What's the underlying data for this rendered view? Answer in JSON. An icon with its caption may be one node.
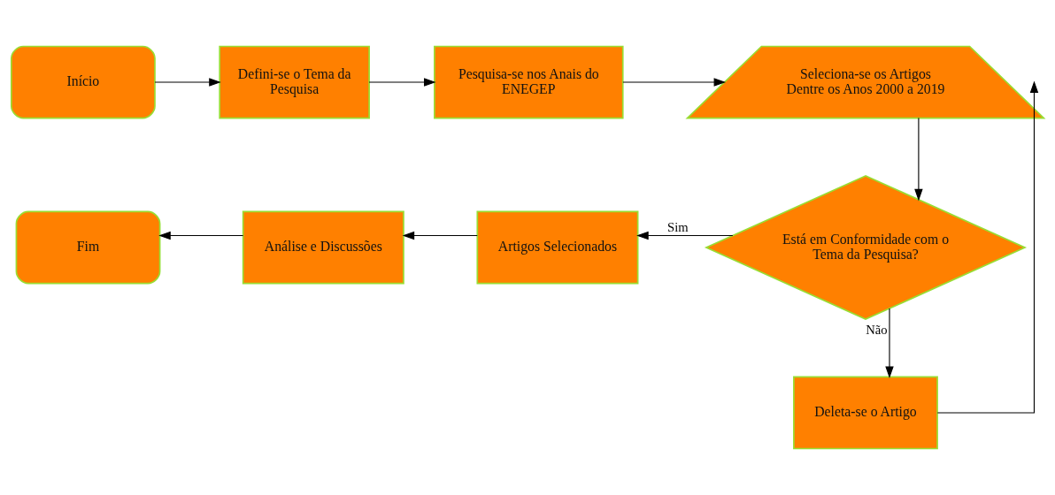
{
  "diagram": {
    "nodes": [
      {
        "text": [
          "Início"
        ]
      },
      {
        "text": [
          "Defini-se o Tema da Pesquisa"
        ]
      },
      {
        "text": [
          "Pesquisa-se nos Anais do ENEGEP"
        ]
      },
      {
        "text": [
          "Seleciona-se os Artigos Dentre os Anos 2000 a 2019"
        ]
      },
      {
        "text": [
          "Está em Conformidade com o Tema da Pesquisa?"
        ]
      },
      {
        "text": [
          "Artigos Selecionados"
        ]
      },
      {
        "text": [
          "Análise e Discussões"
        ]
      },
      {
        "text": [
          "Fim"
        ]
      },
      {
        "text": [
          "Deleta-se o Artigo"
        ]
      }
    ],
    "edges": [
      {
        "from": 0,
        "to": 1,
        "arrow": "to"
      },
      {
        "from": 1,
        "to": 2,
        "arrow": "to"
      },
      {
        "from": 2,
        "to": 3,
        "arrow": "to"
      },
      {
        "from": 3,
        "to": 4,
        "arrow": "to"
      },
      {
        "from": 4,
        "to": 5,
        "arrow": "to",
        "label": "Sim"
      },
      {
        "from": 5,
        "to": 6,
        "arrow": "to"
      },
      {
        "from": 6,
        "to": 7,
        "arrow": "to"
      },
      {
        "from": 4,
        "to": 8,
        "arrow": "to",
        "label": "Não"
      },
      {
        "from": 8,
        "to": 3,
        "arrow": "to"
      }
    ]
  }
}
